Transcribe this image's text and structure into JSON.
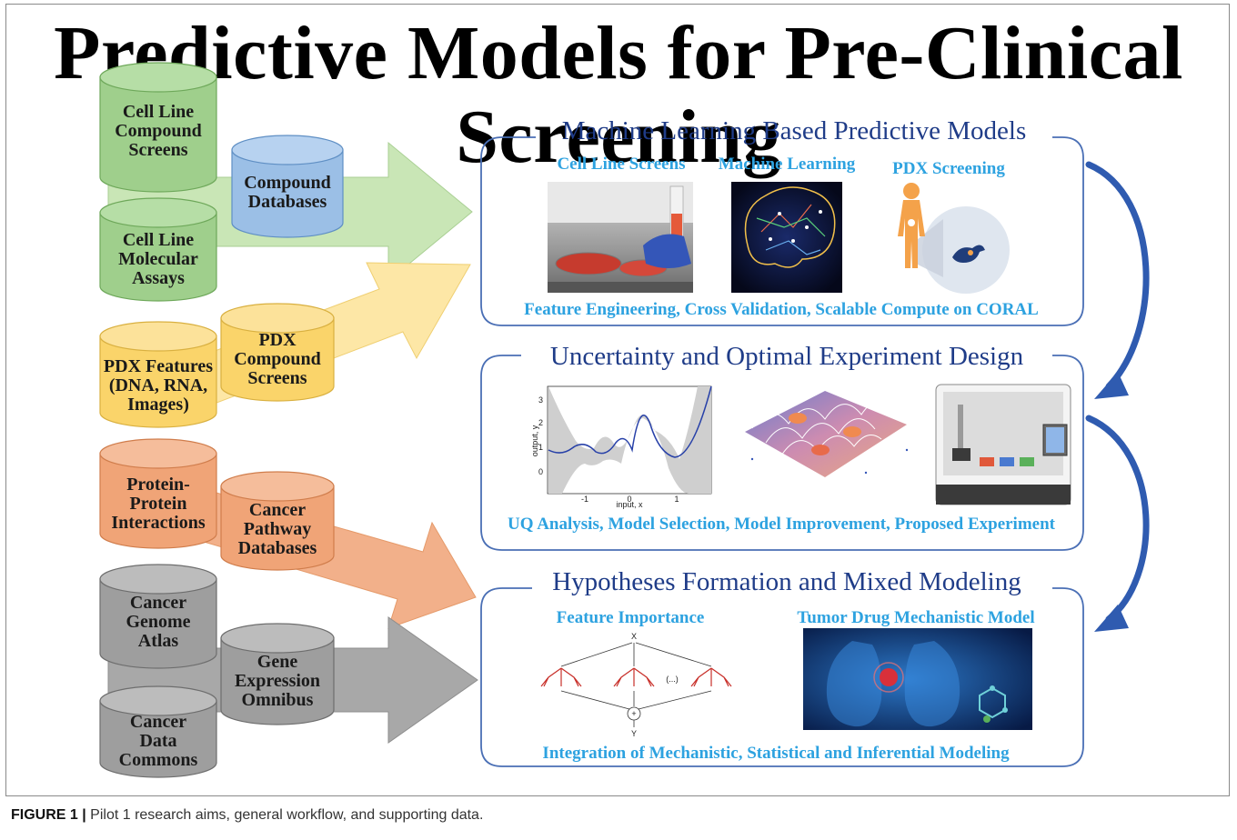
{
  "title": "Predictive Models for Pre-Clinical Screening",
  "caption": {
    "label": "FIGURE 1 |",
    "text": " Pilot 1 research aims, general workflow, and supporting data."
  },
  "colors": {
    "green": "#9fcf8c",
    "blue": "#9bbfe6",
    "yellow": "#fad46a",
    "orange": "#f0a477",
    "gray": "#9e9e9e",
    "panel_border": "#4a6fb5",
    "title_blue": "#1f3c88",
    "label_cyan": "#2da2e0",
    "curve_arrow": "#2f5bb0"
  },
  "sources": {
    "green": [
      {
        "id": "cell-line-compound-screens",
        "lines": [
          "Cell Line",
          "Compound",
          "Screens"
        ]
      },
      {
        "id": "cell-line-molecular-assays",
        "lines": [
          "Cell Line",
          "Molecular",
          "Assays"
        ]
      }
    ],
    "blue": {
      "id": "compound-databases",
      "lines": [
        "Compound",
        "Databases"
      ]
    },
    "yellow": [
      {
        "id": "pdx-features",
        "lines": [
          "PDX Features",
          "(DNA, RNA,",
          "Images)"
        ]
      },
      {
        "id": "pdx-compound-screens",
        "lines": [
          "PDX",
          "Compound",
          "Screens"
        ]
      }
    ],
    "orange": [
      {
        "id": "protein-protein-interactions",
        "lines": [
          "Protein-",
          "Protein",
          "Interactions"
        ]
      },
      {
        "id": "cancer-pathway-databases",
        "lines": [
          "Cancer",
          "Pathway",
          "Databases"
        ]
      }
    ],
    "gray": [
      {
        "id": "cancer-genome-atlas",
        "lines": [
          "Cancer",
          "Genome",
          "Atlas"
        ]
      },
      {
        "id": "cancer-data-commons",
        "lines": [
          "Cancer",
          "Data",
          "Commons"
        ]
      },
      {
        "id": "gene-expression-omnibus",
        "lines": [
          "Gene",
          "Expression",
          "Omnibus"
        ]
      }
    ]
  },
  "panels": [
    {
      "id": "ml-panel",
      "title": "Machine Learning Based Predictive Models",
      "sublabels": [
        "Cell Line Screens",
        "Machine Learning",
        "PDX Screening"
      ],
      "footer": "Feature Engineering, Cross Validation, Scalable Compute on CORAL"
    },
    {
      "id": "uq-panel",
      "title": "Uncertainty and Optimal Experiment Design",
      "sublabels": [],
      "footer": "UQ Analysis, Model Selection, Model Improvement, Proposed Experiment"
    },
    {
      "id": "hyp-panel",
      "title": "Hypotheses Formation and Mixed Modeling",
      "sublabels": [
        "Feature Importance",
        "Tumor Drug Mechanistic Model"
      ],
      "footer": "Integration of Mechanistic, Statistical and Inferential Modeling"
    }
  ],
  "uq_plot": {
    "ylabel": "output, y",
    "xlabel": "input, x",
    "yticks": [
      "3",
      "2",
      "1",
      "0"
    ],
    "xticks": [
      "-1",
      "0",
      "1"
    ]
  },
  "tree_plot": {
    "input_label": "X",
    "ellipsis": "(...)",
    "sum_symbol": "+",
    "output_label": "Y"
  }
}
